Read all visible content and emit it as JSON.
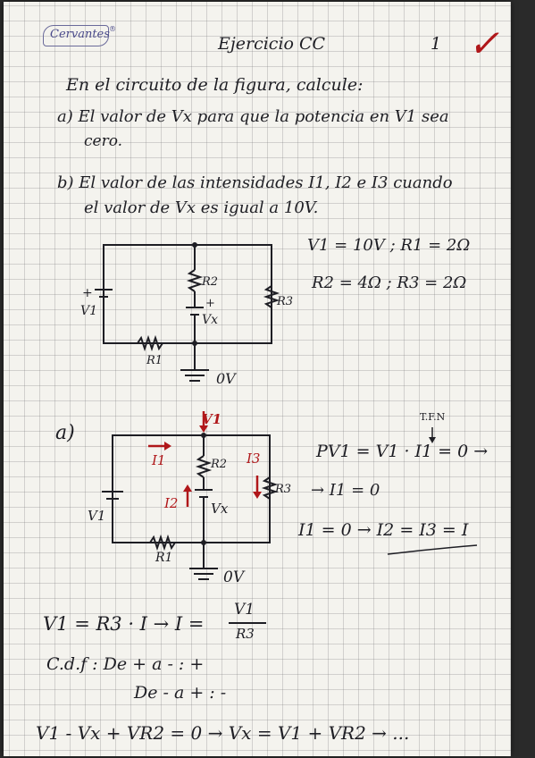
{
  "header": {
    "logo_text": "Cervantes",
    "logo_mark": "®",
    "title": "Ejercicio CC",
    "page_number": "1",
    "check_mark": "✓"
  },
  "problem": {
    "intro": "En el circuito de la figura, calcule:",
    "part_a_line1": "a) El valor de Vx para que la potencia en V1 sea",
    "part_a_line2": "cero.",
    "part_b_line1": "b) El valor de las intensidades I1, I2 e I3 cuando",
    "part_b_line2": "el valor de Vx es igual a 10V."
  },
  "given": {
    "line1": "V1 = 10V ; R1 = 2Ω",
    "line2": "R2 = 4Ω ; R3 = 2Ω"
  },
  "circuit1": {
    "r2": "R2",
    "r3": "R3",
    "vx": "Vx",
    "v1": "V1",
    "r1": "R1",
    "ground": "0V",
    "plus": "+"
  },
  "solution": {
    "label_a": "a)",
    "v1_top": "V1",
    "i1": "I1",
    "i2": "I2",
    "i3": "I3",
    "r2": "R2",
    "r3": "R3",
    "vx": "Vx",
    "v1": "V1",
    "r1": "R1",
    "ground": "0V",
    "tfn": "T.F.N",
    "power_eq": "PV1 = V1 · I1 = 0 →",
    "i1_zero": "→ I1 = 0",
    "currents_eq": "I1 = 0 → I2 = I3 = I",
    "ohm_eq": "V1 = R3 · I → I =",
    "fraction_num": "V1",
    "fraction_den": "R3",
    "cdf_line1": "C.d.f : De + a - : +",
    "cdf_line2": "De - a + : -",
    "kvl_eq": "V1 - Vx + VR2 = 0 → Vx = V1 + VR2 → ..."
  },
  "colors": {
    "ink": "#1e1e24",
    "red_ink": "#b0171a",
    "check_red": "#b0171a",
    "grid": "#9a9a9a"
  }
}
